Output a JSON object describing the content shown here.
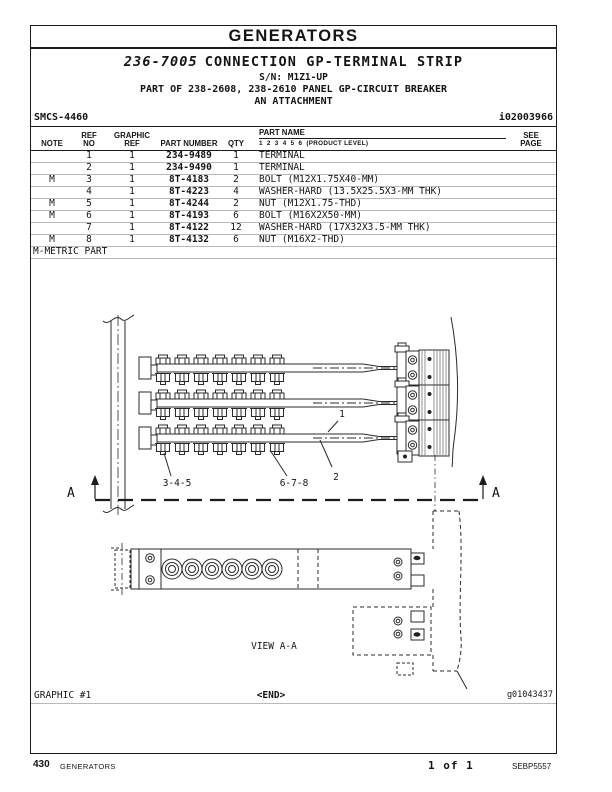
{
  "page": {
    "banner": "GENERATORS",
    "title_model": "236-7005",
    "title_name": "CONNECTION GP-TERMINAL STRIP",
    "serial_line": "S/N: M1Z1-UP",
    "part_of_line": "PART OF 238-2608, 238-2610 PANEL GP-CIRCUIT BREAKER",
    "attachment_line": "AN ATTACHMENT",
    "smcs_code": "SMCS-4460",
    "info_id": "i02003966"
  },
  "table": {
    "headers": {
      "note": "NOTE",
      "ref_line1": "REF",
      "ref_line2": "NO",
      "graphic_line1": "GRAPHIC",
      "graphic_line2": "REF",
      "part_number": "PART NUMBER",
      "qty": "QTY",
      "part_name": "PART NAME",
      "product_level": "1  2  3  4  5  6  (PRODUCT LEVEL)",
      "see_line1": "SEE",
      "see_line2": "PAGE"
    },
    "rows": [
      {
        "note": "",
        "ref": "1",
        "graphic": "1",
        "part": "234-9489",
        "qty": "1",
        "name": "TERMINAL",
        "page": ""
      },
      {
        "note": "",
        "ref": "2",
        "graphic": "1",
        "part": "234-9490",
        "qty": "1",
        "name": "TERMINAL",
        "page": ""
      },
      {
        "note": "M",
        "ref": "3",
        "graphic": "1",
        "part": "8T-4183",
        "qty": "2",
        "name": "BOLT (M12X1.75X40-MM)",
        "page": ""
      },
      {
        "note": "",
        "ref": "4",
        "graphic": "1",
        "part": "8T-4223",
        "qty": "4",
        "name": "WASHER-HARD (13.5X25.5X3-MM THK)",
        "page": ""
      },
      {
        "note": "M",
        "ref": "5",
        "graphic": "1",
        "part": "8T-4244",
        "qty": "2",
        "name": "NUT (M12X1.75-THD)",
        "page": ""
      },
      {
        "note": "M",
        "ref": "6",
        "graphic": "1",
        "part": "8T-4193",
        "qty": "6",
        "name": "BOLT (M16X2X50-MM)",
        "page": ""
      },
      {
        "note": "",
        "ref": "7",
        "graphic": "1",
        "part": "8T-4122",
        "qty": "12",
        "name": "WASHER-HARD (17X32X3.5-MM THK)",
        "page": ""
      },
      {
        "note": "M",
        "ref": "8",
        "graphic": "1",
        "part": "8T-4132",
        "qty": "6",
        "name": "NUT (M16X2-THD)",
        "page": ""
      }
    ],
    "footnote": "M-METRIC PART"
  },
  "graphic": {
    "callout_1": "1",
    "callout_2": "2",
    "callout_345": "3-4-5",
    "callout_678": "6-7-8",
    "section_left": "A",
    "section_right": "A",
    "view_label": "VIEW A-A",
    "label": "GRAPHIC #1",
    "end_marker": "<END>",
    "image_id": "g01043437"
  },
  "footer": {
    "page_number": "430",
    "section": "GENERATORS",
    "sheet": "1 of 1",
    "media_number": "SEBP5557"
  },
  "colors": {
    "line": "#2b2b2b",
    "light_line": "#b9b9b9",
    "text": "#141414"
  }
}
